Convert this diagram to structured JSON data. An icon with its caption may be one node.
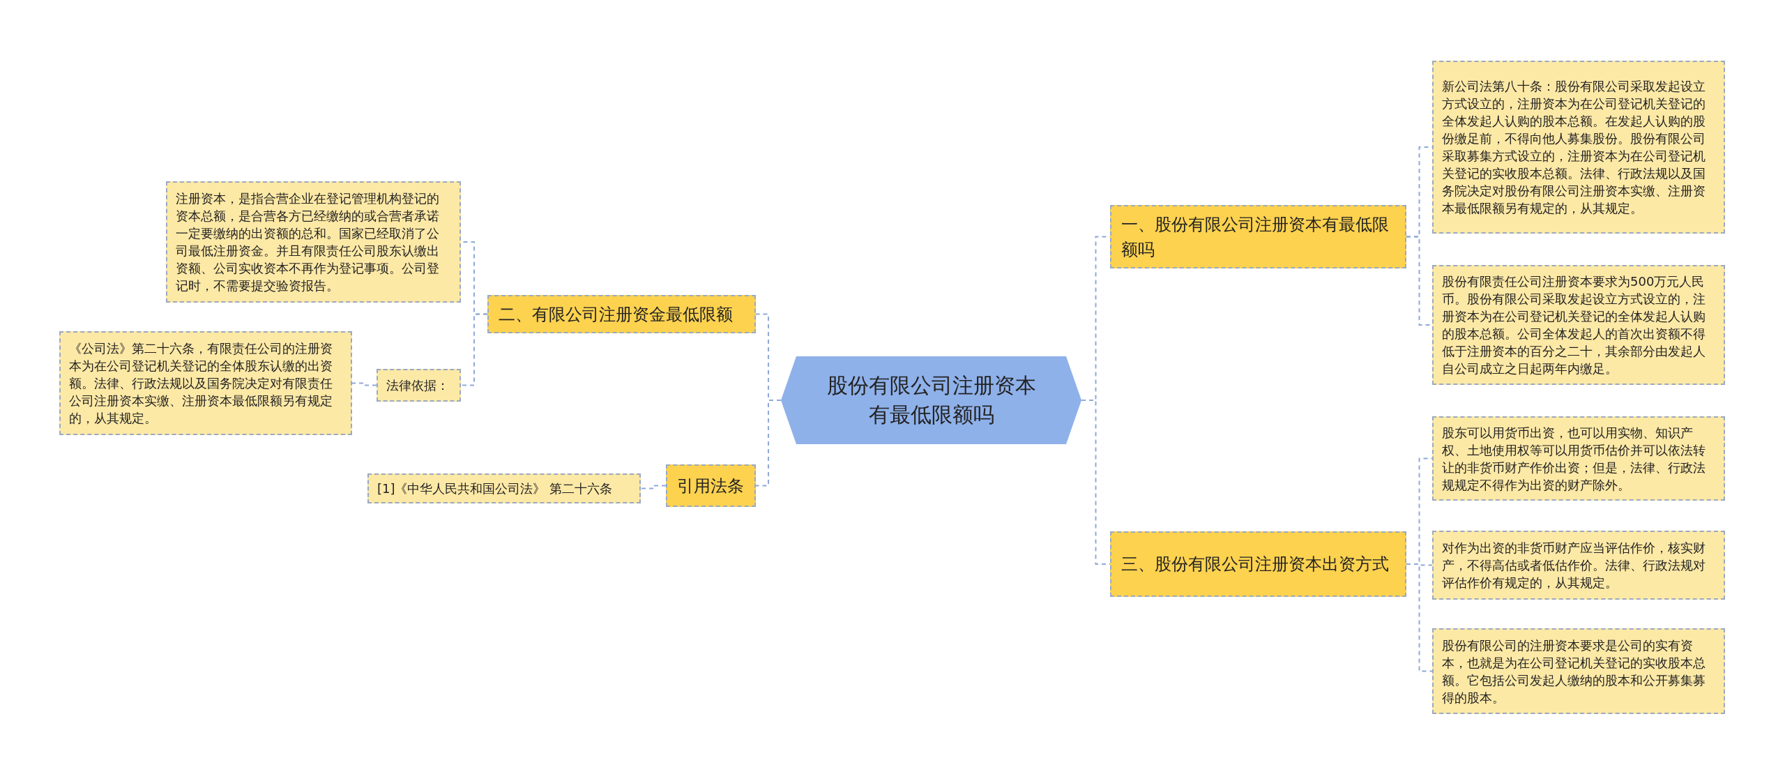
{
  "diagram": {
    "nodes": [
      {
        "text": [
          "股份有限公司注册资本有最低限额吗"
        ]
      },
      {
        "text": [
          "一、股份有限公司注册资本有最低限额吗"
        ]
      },
      {
        "text": [
          "新公司法第八十条：股份有限公司采取发起设立方式设立的，注册资本为在公司登记机关登记的全体发起人认购的股本总额。在发起人认购的股份缴足前，不得向他人募集股份。股份有限公司采取募集方式设立的，注册资本为在公司登记机关登记的实收股本总额。法律、行政法规以及国务院决定对股份有限公司注册资本实缴、注册资本最低限额另有规定的，从其规定。"
        ]
      },
      {
        "text": [
          "股份有限责任公司注册资本要求为500万元人民币。股份有限公司采取发起设立方式设立的，注册资本为在公司登记机关登记的全体发起人认购的股本总额。公司全体发起人的首次出资额不得低于注册资本的百分之二十，其余部分由发起人自公司成立之日起两年内缴足。"
        ]
      },
      {
        "text": [
          "三、股份有限公司注册资本出资方式"
        ]
      },
      {
        "text": [
          "股东可以用货币出资，也可以用实物、知识产权、土地使用权等可以用货币估价并可以依法转让的非货币财产作价出资；但是，法律、行政法规规定不得作为出资的财产除外。"
        ]
      },
      {
        "text": [
          "对作为出资的非货币财产应当评估作价，核实财产，不得高估或者低估作价。法律、行政法规对评估作价有规定的，从其规定。"
        ]
      },
      {
        "text": [
          "股份有限公司的注册资本要求是公司的实有资本，也就是为在公司登记机关登记的实收股本总额。它包括公司发起人缴纳的股本和公开募集募得的股本。"
        ]
      },
      {
        "text": [
          "二、有限公司注册资金最低限额"
        ]
      },
      {
        "text": [
          "注册资本，是指合营企业在登记管理机构登记的资本总额，是合营各方已经缴纳的或合营者承诺一定要缴纳的出资额的总和。国家已经取消了公司最低注册资金。并且有限责任公司股东认缴出资额、公司实收资本不再作为登记事项。公司登记时，不需要提交验资报告。"
        ]
      },
      {
        "text": [
          "法律依据："
        ]
      },
      {
        "text": [
          "《公司法》第二十六条，有限责任公司的注册资本为在公司登记机关登记的全体股东认缴的出资额。法律、行政法规以及国务院决定对有限责任公司注册资本实缴、注册资本最低限额另有规定的，从其规定。"
        ]
      },
      {
        "text": [
          "引用法条"
        ]
      },
      {
        "text": [
          "[1]《中华人民共和国公司法》 第二十六条"
        ]
      }
    ],
    "edges": [
      {
        "from": 0,
        "to": 1,
        "arrow": "none"
      },
      {
        "from": 0,
        "to": 4,
        "arrow": "none"
      },
      {
        "from": 0,
        "to": 8,
        "arrow": "none"
      },
      {
        "from": 0,
        "to": 12,
        "arrow": "none"
      },
      {
        "from": 1,
        "to": 2,
        "arrow": "none"
      },
      {
        "from": 1,
        "to": 3,
        "arrow": "none"
      },
      {
        "from": 4,
        "to": 5,
        "arrow": "none"
      },
      {
        "from": 4,
        "to": 6,
        "arrow": "none"
      },
      {
        "from": 4,
        "to": 7,
        "arrow": "none"
      },
      {
        "from": 8,
        "to": 9,
        "arrow": "none"
      },
      {
        "from": 8,
        "to": 10,
        "arrow": "none"
      },
      {
        "from": 10,
        "to": 11,
        "arrow": "none"
      },
      {
        "from": 12,
        "to": 13,
        "arrow": "none"
      }
    ]
  }
}
